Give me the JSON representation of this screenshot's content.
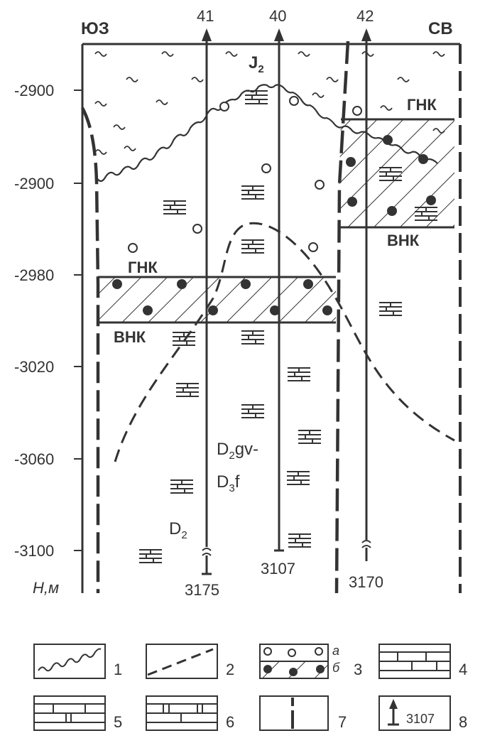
{
  "section": {
    "direction_left": "ЮЗ",
    "direction_right": "СВ",
    "depth_axis_label": "H,м",
    "depth_ticks": [
      "-2900",
      "-2900",
      "-2980",
      "-3020",
      "-3060",
      "-3100"
    ],
    "wells": [
      {
        "number": "41",
        "bottom_depth": "3175"
      },
      {
        "number": "40",
        "bottom_depth": "3107"
      },
      {
        "number": "42",
        "bottom_depth": "3170"
      }
    ],
    "contact_labels": {
      "gnk_left": "ГНК",
      "vnk_left": "ВНК",
      "gnk_right": "ГНК",
      "vnk_right": "ВНК"
    },
    "strata": {
      "j2": "J2",
      "d2gv": "D2gv-",
      "d3f": "D3f",
      "d2": "D2"
    }
  },
  "legend": {
    "items": [
      {
        "number": "1"
      },
      {
        "number": "2"
      },
      {
        "number": "3",
        "sub_a": "а",
        "sub_b": "б"
      },
      {
        "number": "4"
      },
      {
        "number": "5"
      },
      {
        "number": "6"
      },
      {
        "number": "7"
      },
      {
        "number": "8",
        "sample_value": "3107"
      }
    ]
  }
}
